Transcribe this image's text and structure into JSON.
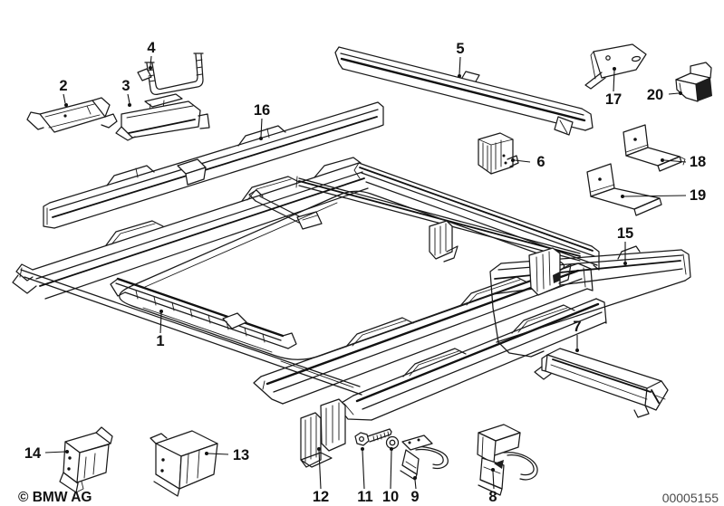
{
  "diagram": {
    "type": "exploded-parts-drawing",
    "background_color": "#ffffff",
    "line_color": "#1a1a1a",
    "callouts": [
      {
        "label": "1"
      },
      {
        "label": "2"
      },
      {
        "label": "3"
      },
      {
        "label": "4"
      },
      {
        "label": "5"
      },
      {
        "label": "6"
      },
      {
        "label": "7"
      },
      {
        "label": "8"
      },
      {
        "label": "9"
      },
      {
        "label": "10"
      },
      {
        "label": "11"
      },
      {
        "label": "12"
      },
      {
        "label": "13"
      },
      {
        "label": "14"
      },
      {
        "label": "15"
      },
      {
        "label": "16"
      },
      {
        "label": "17"
      },
      {
        "label": "18"
      },
      {
        "label": "19"
      },
      {
        "label": "20"
      }
    ],
    "footer": {
      "copyright": "© BMW AG",
      "image_number": "00005155"
    }
  }
}
